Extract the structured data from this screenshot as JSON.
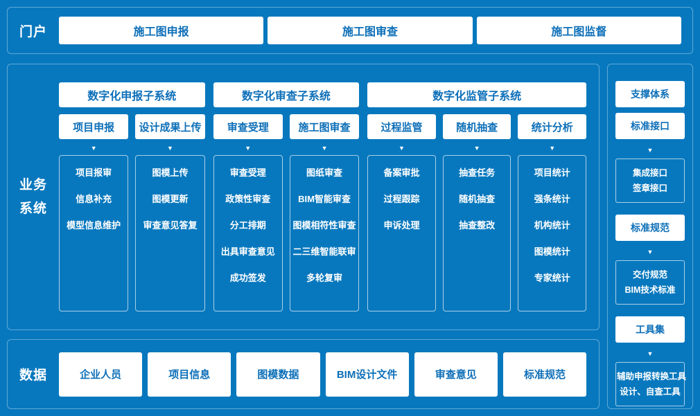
{
  "colors": {
    "background_blue": "#0878BE",
    "panel_border_light_blue": "#5FA9D6",
    "box_text_blue": "#0D6FB8",
    "text_white": "#FFFFFF"
  },
  "portal": {
    "label": "门户",
    "items": [
      "施工图申报",
      "施工图审查",
      "施工图监督"
    ]
  },
  "business": {
    "label_lines": [
      "业务",
      "系统"
    ],
    "subsystems": [
      {
        "title": "数字化申报子系统",
        "modules": [
          {
            "name": "项目申报",
            "features": [
              "项目报审",
              "信息补充",
              "模型信息维护"
            ]
          },
          {
            "name": "设计成果上传",
            "features": [
              "图模上传",
              "图模更新",
              "审查意见答复"
            ]
          }
        ]
      },
      {
        "title": "数字化审查子系统",
        "modules": [
          {
            "name": "审查受理",
            "features": [
              "审查受理",
              "政策性审查",
              "分工排期",
              "出具审查意见",
              "成功签发"
            ]
          },
          {
            "name": "施工图审查",
            "features": [
              "图纸审查",
              "BIM智能审查",
              "图模相符性审查",
              "二三维智能联审",
              "多轮复审"
            ]
          }
        ]
      },
      {
        "title": "数字化监管子系统",
        "modules": [
          {
            "name": "过程监管",
            "features": [
              "备案审批",
              "过程跟踪",
              "申诉处理"
            ]
          },
          {
            "name": "随机抽查",
            "features": [
              "抽查任务",
              "随机抽查",
              "抽查整改"
            ]
          },
          {
            "name": "统计分析",
            "features": [
              "项目统计",
              "强条统计",
              "机构统计",
              "图模统计",
              "专家统计"
            ]
          }
        ]
      }
    ]
  },
  "support": {
    "title": "支撑体系",
    "groups": [
      {
        "header": "标准接口",
        "items": [
          "集成接口",
          "签章接口"
        ]
      },
      {
        "header": "标准规范",
        "items": [
          "交付规范",
          "BIM技术标准"
        ]
      },
      {
        "header": "工具集",
        "items": [
          "辅助申报转换工具",
          "设计、自查工具"
        ]
      }
    ]
  },
  "data_layer": {
    "label": "数据",
    "items": [
      "企业人员",
      "项目信息",
      "图模数据",
      "BIM设计文件",
      "审查意见",
      "标准规范"
    ]
  }
}
